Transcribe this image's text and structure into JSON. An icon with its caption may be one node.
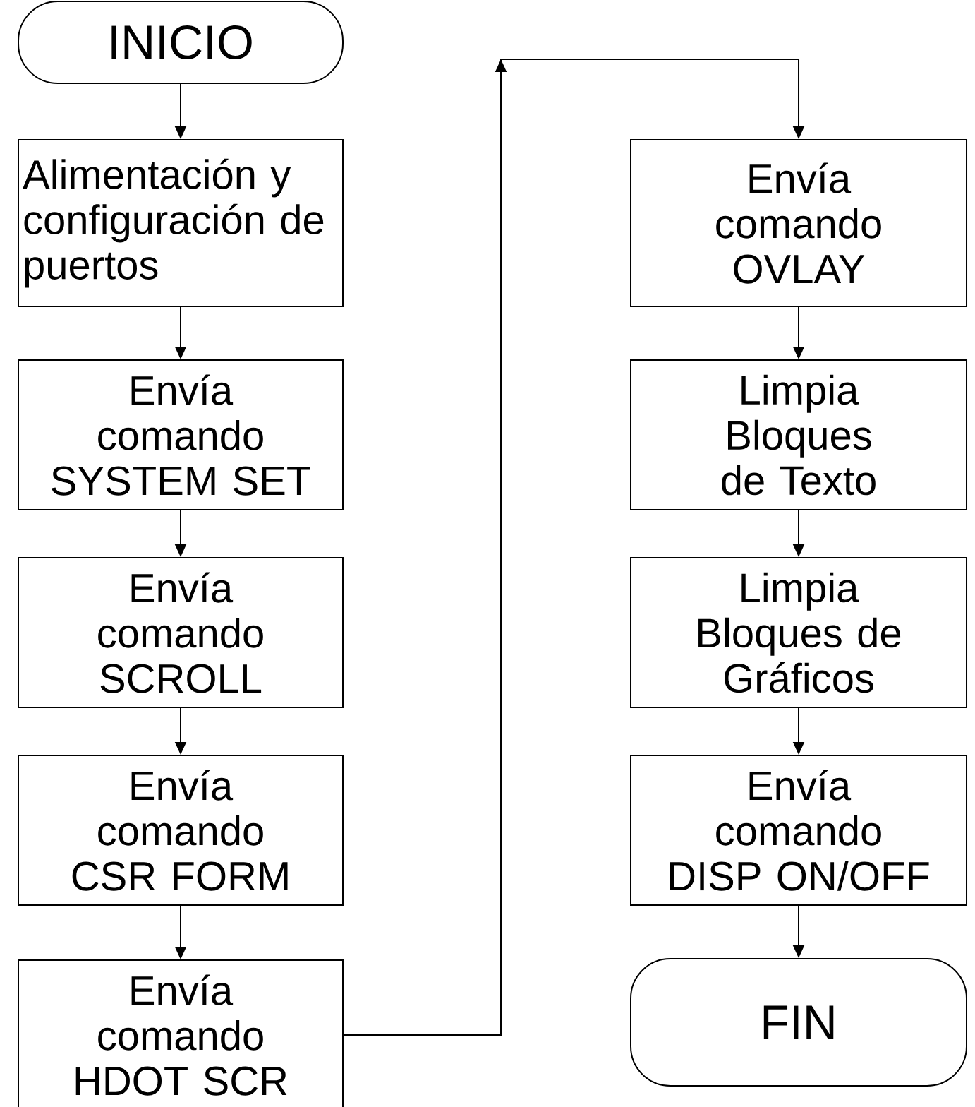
{
  "diagram": {
    "nodes": [
      {
        "text": [
          "INICIO"
        ]
      },
      {
        "text": [
          "Alimentación y configuración de puertos"
        ]
      },
      {
        "text": [
          "Envía comando SYSTEM SET"
        ]
      },
      {
        "text": [
          "Envía comando SCROLL"
        ]
      },
      {
        "text": [
          "Envía comando CSR FORM"
        ]
      },
      {
        "text": [
          "Envía comando HDOT SCR"
        ]
      },
      {
        "text": [
          "Envía comando OVLAY"
        ]
      },
      {
        "text": [
          "Limpia Bloques de Texto"
        ]
      },
      {
        "text": [
          "Limpia Bloques de Gráficos"
        ]
      },
      {
        "text": [
          "Envía comando DISP ON/OFF"
        ]
      },
      {
        "text": [
          "FIN"
        ]
      }
    ],
    "edges": [
      {
        "from": 0,
        "to": 1,
        "arrow": "to"
      },
      {
        "from": 1,
        "to": 2,
        "arrow": "to"
      },
      {
        "from": 2,
        "to": 3,
        "arrow": "to"
      },
      {
        "from": 3,
        "to": 4,
        "arrow": "to"
      },
      {
        "from": 4,
        "to": 5,
        "arrow": "to"
      },
      {
        "from": 5,
        "to": 6,
        "arrow": "to"
      },
      {
        "from": 6,
        "to": 7,
        "arrow": "to"
      },
      {
        "from": 7,
        "to": 8,
        "arrow": "to"
      },
      {
        "from": 8,
        "to": 9,
        "arrow": "to"
      },
      {
        "from": 9,
        "to": 10,
        "arrow": "to"
      }
    ]
  }
}
